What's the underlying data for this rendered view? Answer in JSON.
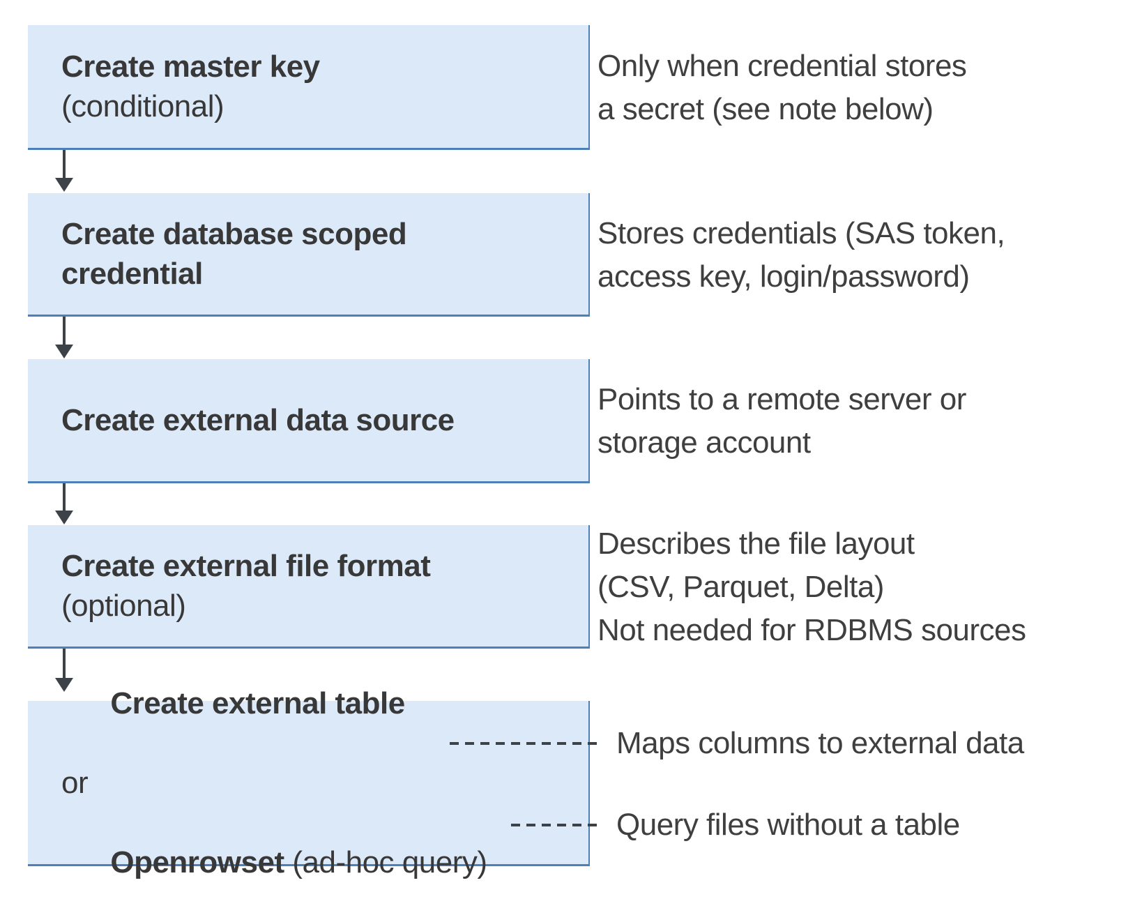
{
  "colors": {
    "box-fill": "#dce9f8",
    "box-border": "#4d7fb8",
    "box-title": "#383838",
    "note-text": "#3f3f3f",
    "connector": "#3d4249"
  },
  "steps": [
    {
      "title": "Create master key",
      "subtitle": "(conditional)",
      "note": "Only when credential stores\na secret (see note below)"
    },
    {
      "title": "Create database scoped\ncredential",
      "note": "Stores credentials (SAS token,\naccess key, login/password)"
    },
    {
      "title": "Create external data source",
      "note": "Points to a remote server or\nstorage account"
    },
    {
      "title": "Create external file format",
      "subtitle": "(optional)",
      "note": "Describes the file layout\n(CSV, Parquet, Delta)\nNot needed for RDBMS sources"
    },
    {
      "line1_bold": "Create external table",
      "line2": "or",
      "line3_bold": "Openrowset",
      "line3_regular": " (ad-hoc query)",
      "note_table": "Maps columns to external data",
      "note_openrowset": "Query files without a table"
    }
  ]
}
